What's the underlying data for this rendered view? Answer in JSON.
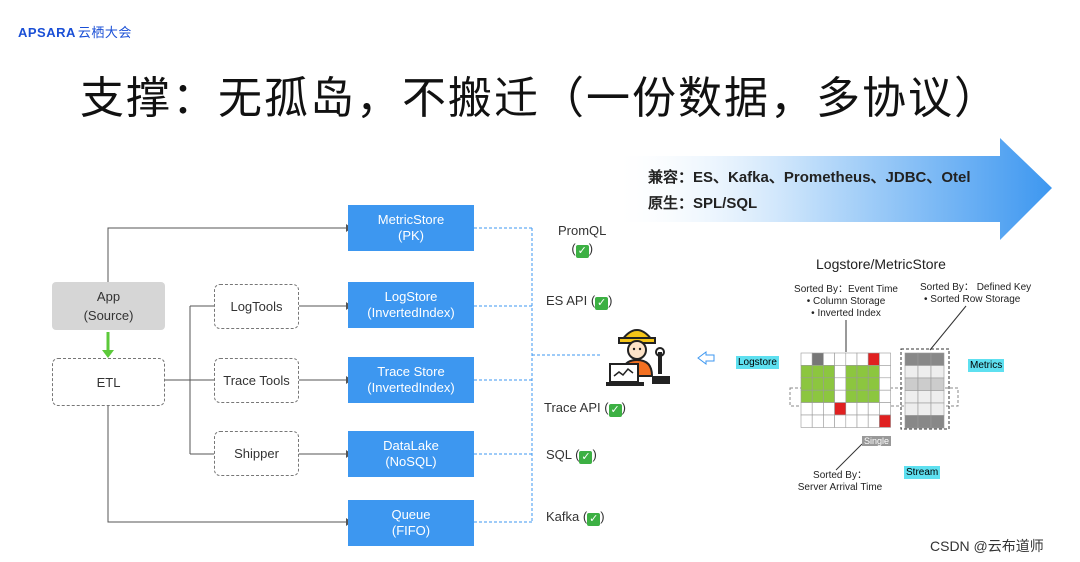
{
  "header": {
    "logo_brand": "APSARA",
    "logo_cn": "云栖大会",
    "title": "支撑：无孤岛，不搬迁（一份数据，多协议）"
  },
  "banner": {
    "line1": "兼容：ES、Kafka、Prometheus、JDBC、Otel",
    "line2": "原生：SPL/SQL"
  },
  "sources": {
    "app_line1": "App",
    "app_line2": "(Source)",
    "etl": "ETL"
  },
  "tools": [
    {
      "label": "LogTools"
    },
    {
      "label": "Trace Tools"
    },
    {
      "label": "Shipper"
    }
  ],
  "stores": [
    {
      "line1": "MetricStore",
      "line2": "(PK)"
    },
    {
      "line1": "LogStore",
      "line2": "(InvertedIndex)"
    },
    {
      "line1": "Trace Store",
      "line2": "(InvertedIndex)"
    },
    {
      "line1": "DataLake",
      "line2": "(NoSQL)"
    },
    {
      "line1": "Queue",
      "line2": "(FIFO)"
    }
  ],
  "protocols": [
    {
      "label": "PromQL"
    },
    {
      "label": "ES API"
    },
    {
      "label": "Trace API"
    },
    {
      "label": "SQL"
    },
    {
      "label": "Kafka"
    }
  ],
  "storage_panel": {
    "title": "Logstore/MetricStore",
    "left_note": {
      "heading": "Sorted By：Event Time",
      "bullets": [
        "Column Storage",
        "Inverted Index"
      ]
    },
    "right_note": {
      "heading": "Sorted By： Defined Key",
      "bullets": [
        "Sorted Row Storage"
      ]
    },
    "tag_logstore": "Logstore",
    "tag_metrics": "Metrics",
    "tag_stream": "Stream",
    "tag_single": "Single",
    "bottom_note_line1": "Sorted By：",
    "bottom_note_line2": "Server Arrival Time"
  },
  "watermark": "CSDN @云布道师",
  "colors": {
    "store_blue": "#3d97f0",
    "arrow_blue": "#3d97f0",
    "check_green": "#3cb043",
    "cell_green": "#8cc63f",
    "cell_red": "#e02020",
    "tag_cyan": "#5ee0f0"
  }
}
